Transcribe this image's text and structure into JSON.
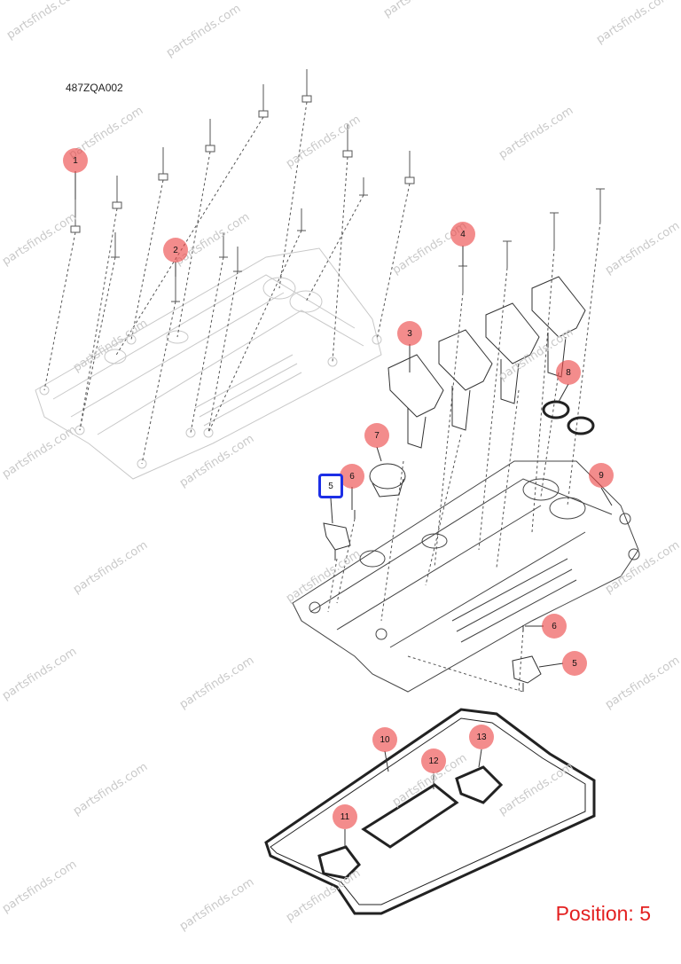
{
  "drawing_code": "487ZQA002",
  "position_label": "Position: 5",
  "watermark_text": "partsfinds.com",
  "selected_callout": "5",
  "colors": {
    "callout": "#ec4646",
    "selected_border": "#1d2fe6",
    "position_text": "#e32020",
    "line": "#444444"
  },
  "callouts": [
    {
      "label": "1"
    },
    {
      "label": "2"
    },
    {
      "label": "4"
    },
    {
      "label": "3"
    },
    {
      "label": "8"
    },
    {
      "label": "7"
    },
    {
      "label": "6"
    },
    {
      "label": "5"
    },
    {
      "label": "9"
    },
    {
      "label": "6"
    },
    {
      "label": "5"
    },
    {
      "label": "10"
    },
    {
      "label": "13"
    },
    {
      "label": "12"
    },
    {
      "label": "11"
    }
  ]
}
